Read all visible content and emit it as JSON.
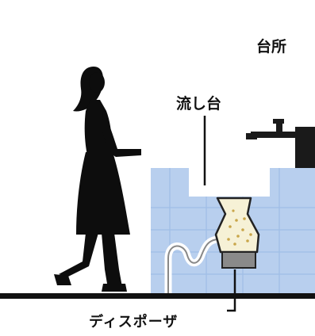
{
  "labels": {
    "kitchen": "台所",
    "sink": "流し台",
    "disposer": "ディスポーザ"
  },
  "colors": {
    "cabinet": "#b8cfee",
    "tile_line": "#9fbde6",
    "silhouette": "#0d0d0d",
    "floor": "#111111",
    "disposer_body": "#f6f1d6",
    "disposer_base": "#8a8a8a",
    "faucet": "#1a1a1a"
  }
}
